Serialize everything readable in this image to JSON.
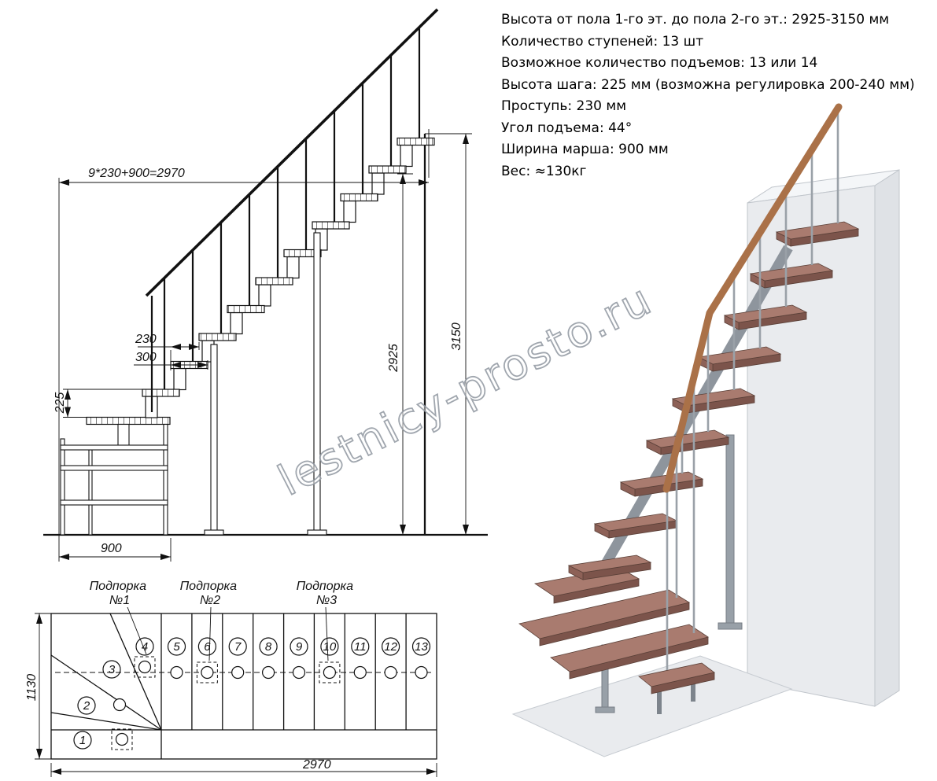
{
  "specs": {
    "lines": [
      "Высота от пола 1-го эт. до пола 2-го эт.: 2925-3150 мм",
      "Количество ступеней: 13 шт",
      "Возможное количество подъемов: 13 или 14",
      "Высота шага: 225 мм (возможна регулировка 200-240 мм)",
      "Проступь: 230 мм",
      "Угол подъема: 44°",
      "Ширина марша: 900 мм",
      "Вес: ≈130кг"
    ]
  },
  "watermark": "lestnicy-prosto.ru",
  "elevation": {
    "dims": {
      "formula": "9*230+900=2970",
      "tread_pitch": "230",
      "tread_depth": "300",
      "riser": "225",
      "entry_width": "900",
      "rise": "2925",
      "total_height": "3150"
    }
  },
  "plan": {
    "supports": [
      {
        "label": "Подпорка",
        "num": "№1"
      },
      {
        "label": "Подпорка",
        "num": "№2"
      },
      {
        "label": "Подпорка",
        "num": "№3"
      }
    ],
    "steps": [
      "1",
      "2",
      "3",
      "4",
      "5",
      "6",
      "7",
      "8",
      "9",
      "10",
      "11",
      "12",
      "13"
    ],
    "dims": {
      "width": "1130",
      "length": "2970"
    }
  },
  "colors": {
    "tread_wood": "#a97b6f",
    "rail_wood": "#aa7148",
    "metal": "#98a0a8",
    "wall": "#e9ebee"
  }
}
